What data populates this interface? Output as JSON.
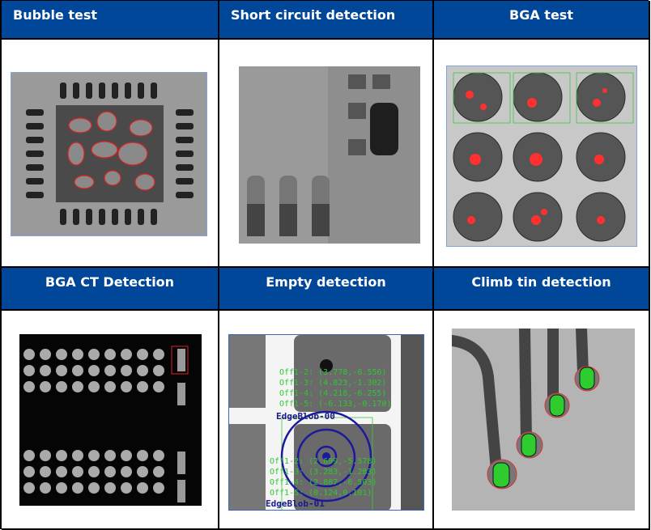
{
  "cells": [
    {
      "title": "Bubble test"
    },
    {
      "title": "Short circuit detection"
    },
    {
      "title": "BGA test"
    },
    {
      "title": "BGA CT Detection"
    },
    {
      "title": "Empty detection",
      "overlay": {
        "top_offsets": [
          "Off1-2: (3.778,-6.556)",
          "Off1-3: (4.823,-1.302)",
          "Off1-4: (4.218,-6.255)",
          "Off1-5: (-6.133,-0.170)"
        ],
        "bottom_offsets": [
          "Off1-2: (2.699,-5.578)",
          "Off1-3: (3.283,-1.283)",
          "Off1-4: (2.887,-6.503)",
          "Off1-5: (0.124,0.101)"
        ],
        "blob_top": "EdgeBlob-00",
        "blob_bottom": "EdgeBlob-01"
      }
    },
    {
      "title": "Climb tin detection"
    }
  ],
  "colors": {
    "header": "#00479a",
    "defect": "#e02020",
    "ok": "#22cc22"
  }
}
